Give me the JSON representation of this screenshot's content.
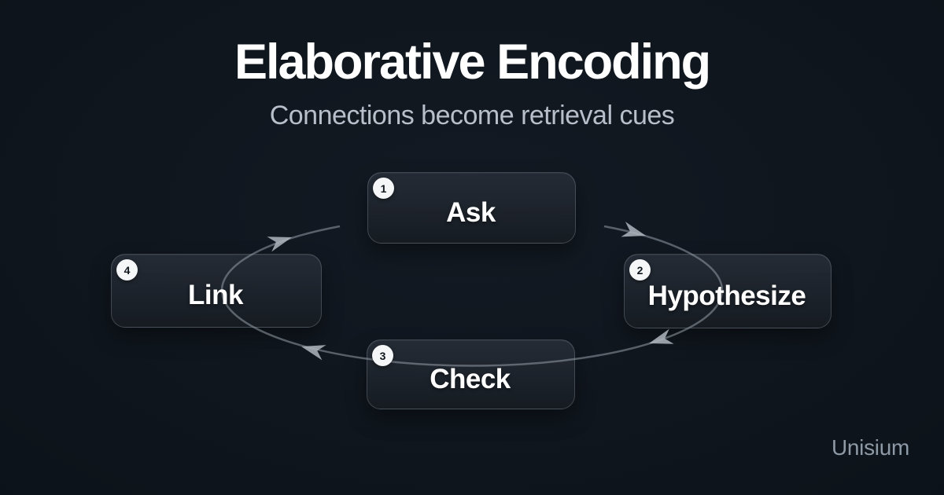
{
  "title": "Elaborative Encoding",
  "subtitle": "Connections become retrieval cues",
  "watermark": "Unisium",
  "diagram": {
    "type": "cycle",
    "direction": "clockwise",
    "nodes": [
      {
        "number": "1",
        "label": "Ask",
        "position": "top"
      },
      {
        "number": "2",
        "label": "Hypothesize",
        "position": "right"
      },
      {
        "number": "3",
        "label": "Check",
        "position": "bottom"
      },
      {
        "number": "4",
        "label": "Link",
        "position": "left"
      }
    ]
  },
  "colors": {
    "background": "#0d131a",
    "title_text": "#ffffff",
    "subtitle_text": "#b6bfca",
    "node_border": "#434b55",
    "node_fill_top": "#282f39",
    "node_fill_bottom": "#171c23",
    "badge_background": "#f4f6f8",
    "badge_text": "#10161d",
    "loop_stroke": "#8f97a1",
    "arrowhead_fill": "#aeb5bd",
    "watermark_text": "#8e99a6"
  }
}
